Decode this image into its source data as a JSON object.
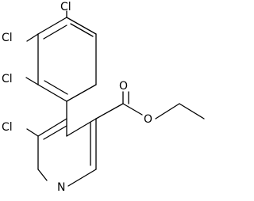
{
  "diagram": {
    "kind": "chemical-structure",
    "atom_labels": {
      "cl_4": "Cl",
      "cl_3": "Cl",
      "cl_2": "Cl",
      "cl_pyridine": "Cl",
      "n_pyridine": "N",
      "o_carbonyl": "O",
      "o_ester": "O"
    }
  }
}
